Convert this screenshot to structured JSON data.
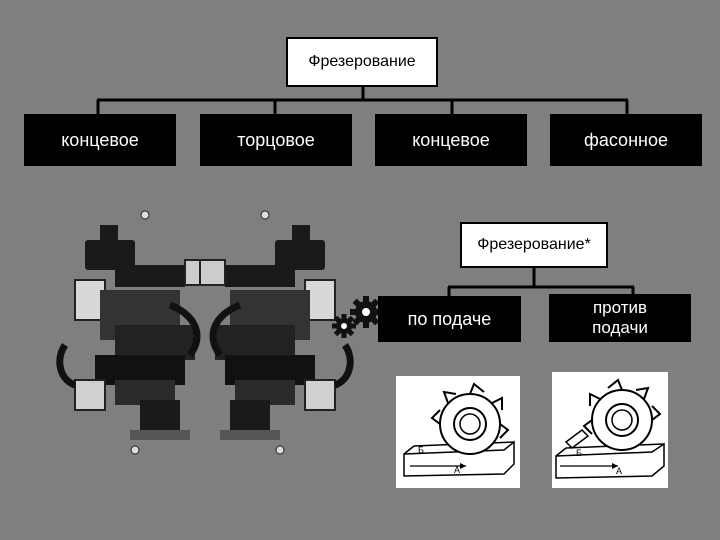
{
  "top": {
    "title": "Фрезерование",
    "children": [
      "концевое",
      "торцовое",
      "концевое",
      "фасонное"
    ]
  },
  "second": {
    "title": "Фрезерование*",
    "children": [
      "по подаче",
      "против подачи"
    ]
  },
  "diagram_labels": {
    "left": [
      "Б",
      "A"
    ],
    "right": [
      "Б",
      "A"
    ]
  },
  "icons": [
    "milling-machines-image",
    "gears-icon"
  ]
}
